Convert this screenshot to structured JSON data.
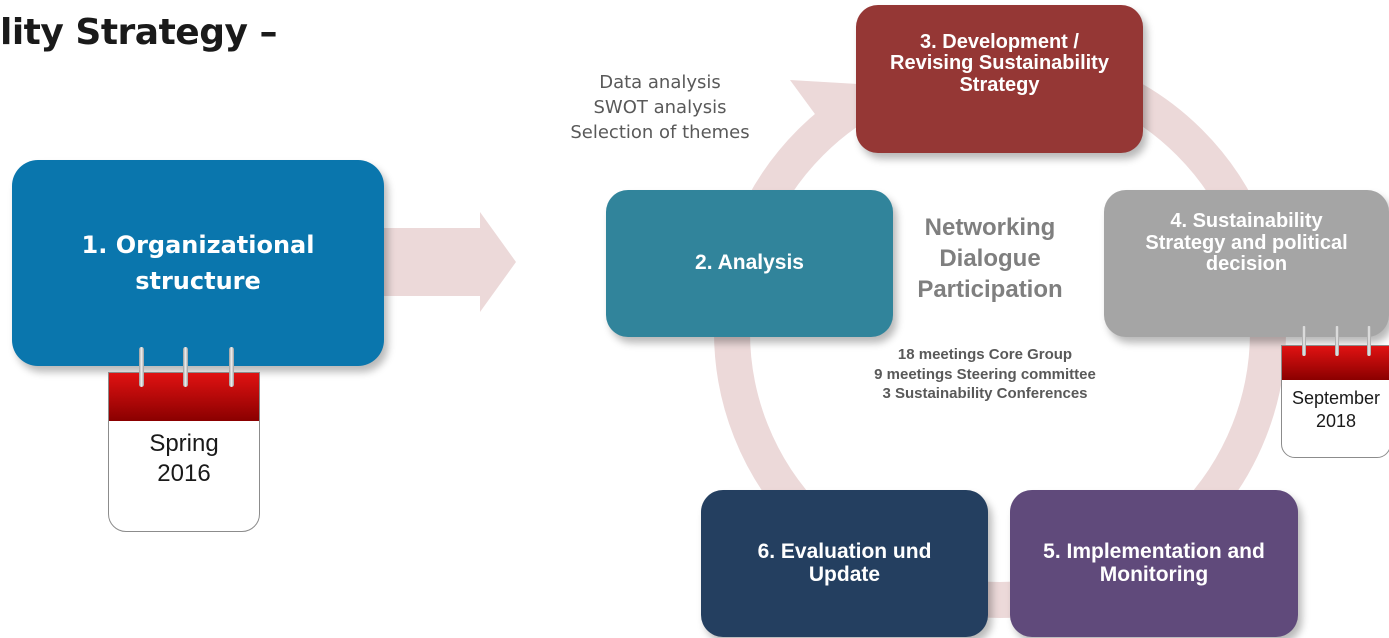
{
  "title": "lity Strategy –",
  "steps": {
    "organizational": "1. Organizational\nstructure",
    "analysis": "2. Analysis",
    "development": "3. Development /\nRevising Sustainability\nStrategy",
    "strategy": "4. Sustainability\nStrategy and political\ndecision",
    "implementation": "5. Implementation and\nMonitoring",
    "evaluation": "6. Evaluation und\nUpdate"
  },
  "center": "Networking\nDialogue\nParticipation",
  "meetings": [
    "18 meetings Core Group",
    "9 meetings Steering committee",
    "3 Sustainability Conferences"
  ],
  "analysis_notes": [
    "Data analysis",
    "SWOT analysis",
    "Selection of themes"
  ],
  "calendars": {
    "start": "Spring\n2016",
    "decision": "September\n2018"
  },
  "colors": {
    "organizational": "#0a76ad",
    "analysis": "#31849b",
    "development": "#953735",
    "strategy": "#a5a5a5",
    "implementation": "#604a7b",
    "evaluation": "#243f60",
    "cycle_arrow": "#e6cfcf"
  }
}
